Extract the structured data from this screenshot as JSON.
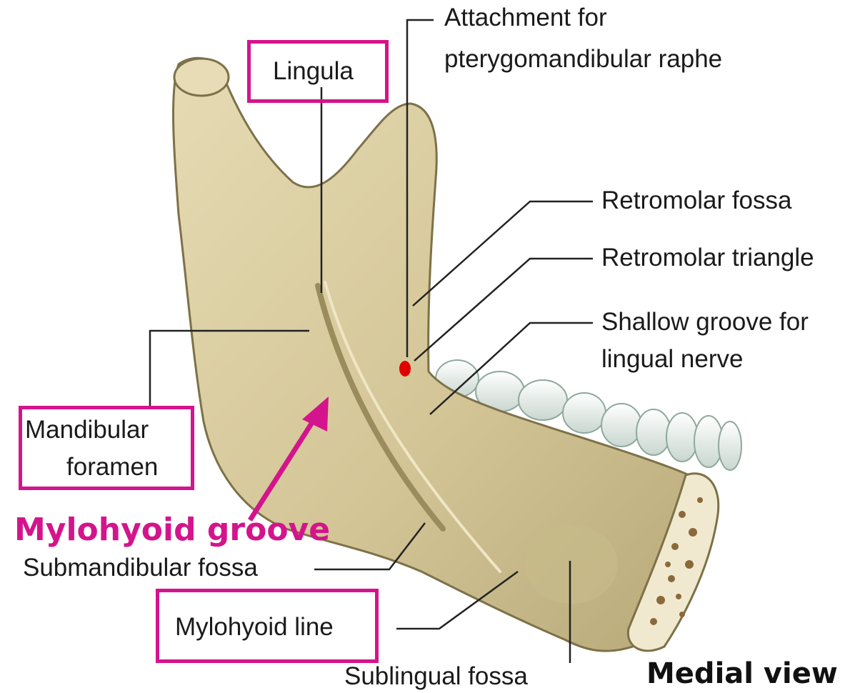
{
  "labels": {
    "attachment": [
      "Attachment for",
      "pterygomandibular raphe"
    ],
    "lingula": "Lingula",
    "retromolar_fossa": "Retromolar fossa",
    "retromolar_triangle": "Retromolar triangle",
    "shallow_groove": [
      "Shallow groove for",
      "lingual nerve"
    ],
    "mandibular_foramen": [
      "Mandibular",
      "foramen"
    ],
    "mylohyoid_groove": "Mylohyoid groove",
    "submandibular_fossa": "Submandibular fossa",
    "mylohyoid_line": "Mylohyoid line",
    "sublingual_fossa": "Sublingual fossa",
    "view": "Medial view"
  },
  "colors": {
    "highlight": "#d4148c",
    "bone": "#d9cca0",
    "bone_shadow": "#a89a6c",
    "teeth": "#eef3ef",
    "attachment_dot": "#e00000",
    "leader_lines": "#222222"
  }
}
